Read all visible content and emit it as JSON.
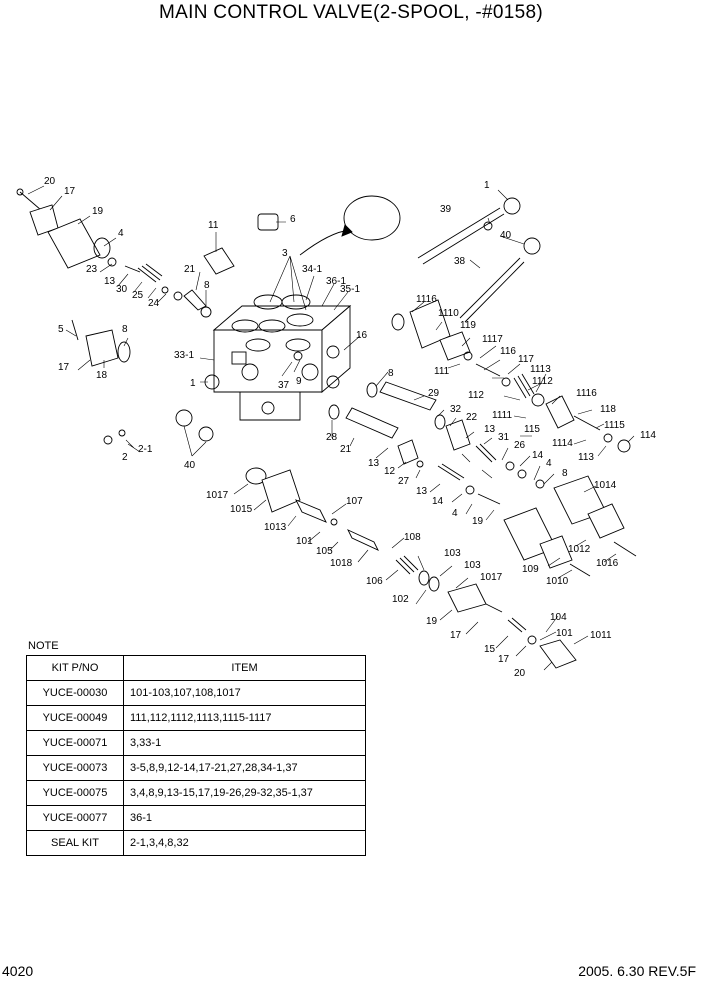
{
  "title": "MAIN CONTROL VALVE(2-SPOOL, -#0158)",
  "page_number": "4020",
  "revision": "2005. 6.30  REV.5F",
  "note_label": "NOTE",
  "table": {
    "headers": [
      "KIT P/NO",
      "ITEM"
    ],
    "rows": [
      {
        "kit": "YUCE-00030",
        "item": "101-103,107,108,1017"
      },
      {
        "kit": "YUCE-00049",
        "item": "111,112,1112,1113,1115-1117"
      },
      {
        "kit": "YUCE-00071",
        "item": "3,33-1"
      },
      {
        "kit": "YUCE-00073",
        "item": "3-5,8,9,12-14,17-21,27,28,34-1,37"
      },
      {
        "kit": "YUCE-00075",
        "item": "3,4,8,9,13-15,17,19-26,29-32,35-1,37"
      },
      {
        "kit": "YUCE-00077",
        "item": "36-1"
      },
      {
        "kit": "SEAL KIT",
        "item": "2-1,3,4,8,32"
      }
    ]
  },
  "callouts": [
    "20",
    "17",
    "19",
    "4",
    "23",
    "13",
    "30",
    "25",
    "24",
    "11",
    "6",
    "21",
    "8",
    "3",
    "34-1",
    "36-1",
    "35-1",
    "1",
    "39",
    "40",
    "38",
    "5",
    "8",
    "17",
    "18",
    "33-1",
    "1",
    "37",
    "9",
    "16",
    "1116",
    "1110",
    "119",
    "1117",
    "116",
    "111",
    "117",
    "112",
    "1113",
    "1112",
    "1116",
    "118",
    "1115",
    "114",
    "1114",
    "113",
    "1111",
    "115",
    "8",
    "29",
    "32",
    "22",
    "13",
    "31",
    "26",
    "14",
    "4",
    "8",
    "28",
    "21",
    "13",
    "12",
    "27",
    "13",
    "14",
    "4",
    "19",
    "2",
    "2-1",
    "40",
    "1017",
    "1015",
    "1013",
    "107",
    "101",
    "105",
    "1018",
    "108",
    "106",
    "103",
    "102",
    "103",
    "1017",
    "19",
    "17",
    "15",
    "17",
    "20",
    "1014",
    "1012",
    "1016",
    "109",
    "1010",
    "104",
    "101",
    "1011"
  ]
}
